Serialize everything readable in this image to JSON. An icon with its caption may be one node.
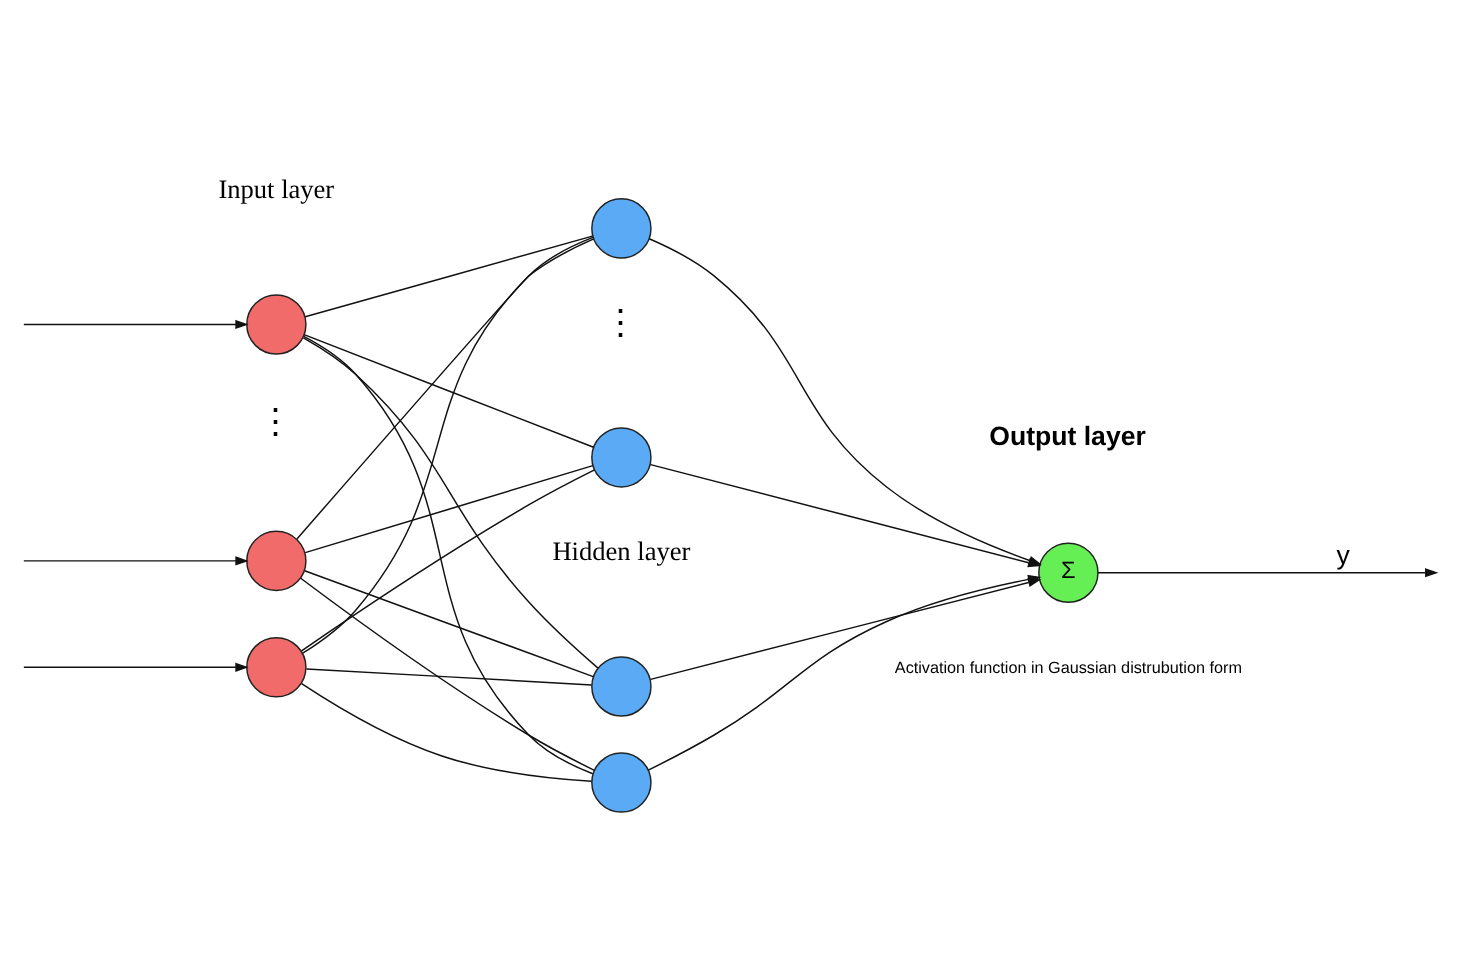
{
  "diagram": {
    "nodes": [
      {
        "text": [],
        "shape": "circle"
      },
      {
        "text": [],
        "shape": "circle"
      },
      {
        "text": [],
        "shape": "circle"
      },
      {
        "text": [],
        "shape": "circle"
      },
      {
        "text": [],
        "shape": "circle"
      },
      {
        "text": [],
        "shape": "circle"
      },
      {
        "text": [],
        "shape": "circle"
      },
      {
        "text": [
          "Σ"
        ],
        "beside": [
          "Output layer"
        ]
      }
    ],
    "edges": [
      {
        "from": null,
        "to": 0,
        "arrow": "to"
      },
      {
        "from": null,
        "to": 1,
        "arrow": "to"
      },
      {
        "from": null,
        "to": 2,
        "arrow": "to"
      },
      {
        "from": 0,
        "to": 3,
        "arrow": "none"
      },
      {
        "from": 0,
        "to": 4,
        "arrow": "none"
      },
      {
        "from": 0,
        "to": 5,
        "arrow": "none"
      },
      {
        "from": 0,
        "to": 6,
        "arrow": "none"
      },
      {
        "from": 1,
        "to": 3,
        "arrow": "none"
      },
      {
        "from": 1,
        "to": 4,
        "arrow": "none"
      },
      {
        "from": 1,
        "to": 5,
        "arrow": "none"
      },
      {
        "from": 1,
        "to": 6,
        "arrow": "none"
      },
      {
        "from": 2,
        "to": 3,
        "arrow": "none"
      },
      {
        "from": 2,
        "to": 4,
        "arrow": "none"
      },
      {
        "from": 2,
        "to": 5,
        "arrow": "none"
      },
      {
        "from": 2,
        "to": 6,
        "arrow": "none"
      },
      {
        "from": 3,
        "to": 7,
        "arrow": "to"
      },
      {
        "from": 4,
        "to": 7,
        "arrow": "to"
      },
      {
        "from": 5,
        "to": 7,
        "arrow": "to"
      },
      {
        "from": 6,
        "to": 7,
        "arrow": "to"
      },
      {
        "from": 7,
        "to": null,
        "label": "y",
        "arrow": "to"
      }
    ],
    "labels": [
      "Input layer",
      "Hidden layer",
      "Activation function in Gaussian distrubution form",
      "⋮",
      "⋮"
    ]
  }
}
